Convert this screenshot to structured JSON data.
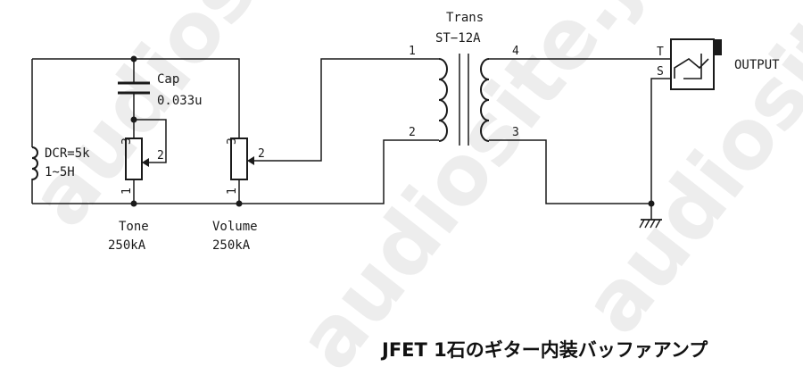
{
  "watermark": "audiosite.jp",
  "components": {
    "cap": {
      "name": "Cap",
      "value": "0.033u"
    },
    "coil": {
      "dcr": "DCR=5k",
      "inductance": "1~5H"
    },
    "tone": {
      "name": "Tone",
      "value": "250kA",
      "pin1": "1",
      "pin2": "2",
      "pin3": "3"
    },
    "volume": {
      "name": "Volume",
      "value": "250kA",
      "pin1": "1",
      "pin2": "2",
      "pin3": "3"
    },
    "transformer": {
      "name": "Trans",
      "model": "ST−12A",
      "pin1": "1",
      "pin2": "2",
      "pin3": "3",
      "pin4": "4"
    },
    "jack": {
      "tip": "T",
      "sleeve": "S",
      "label": "OUTPUT"
    }
  },
  "title": "JFET 1石のギター内装バッファアンプ"
}
